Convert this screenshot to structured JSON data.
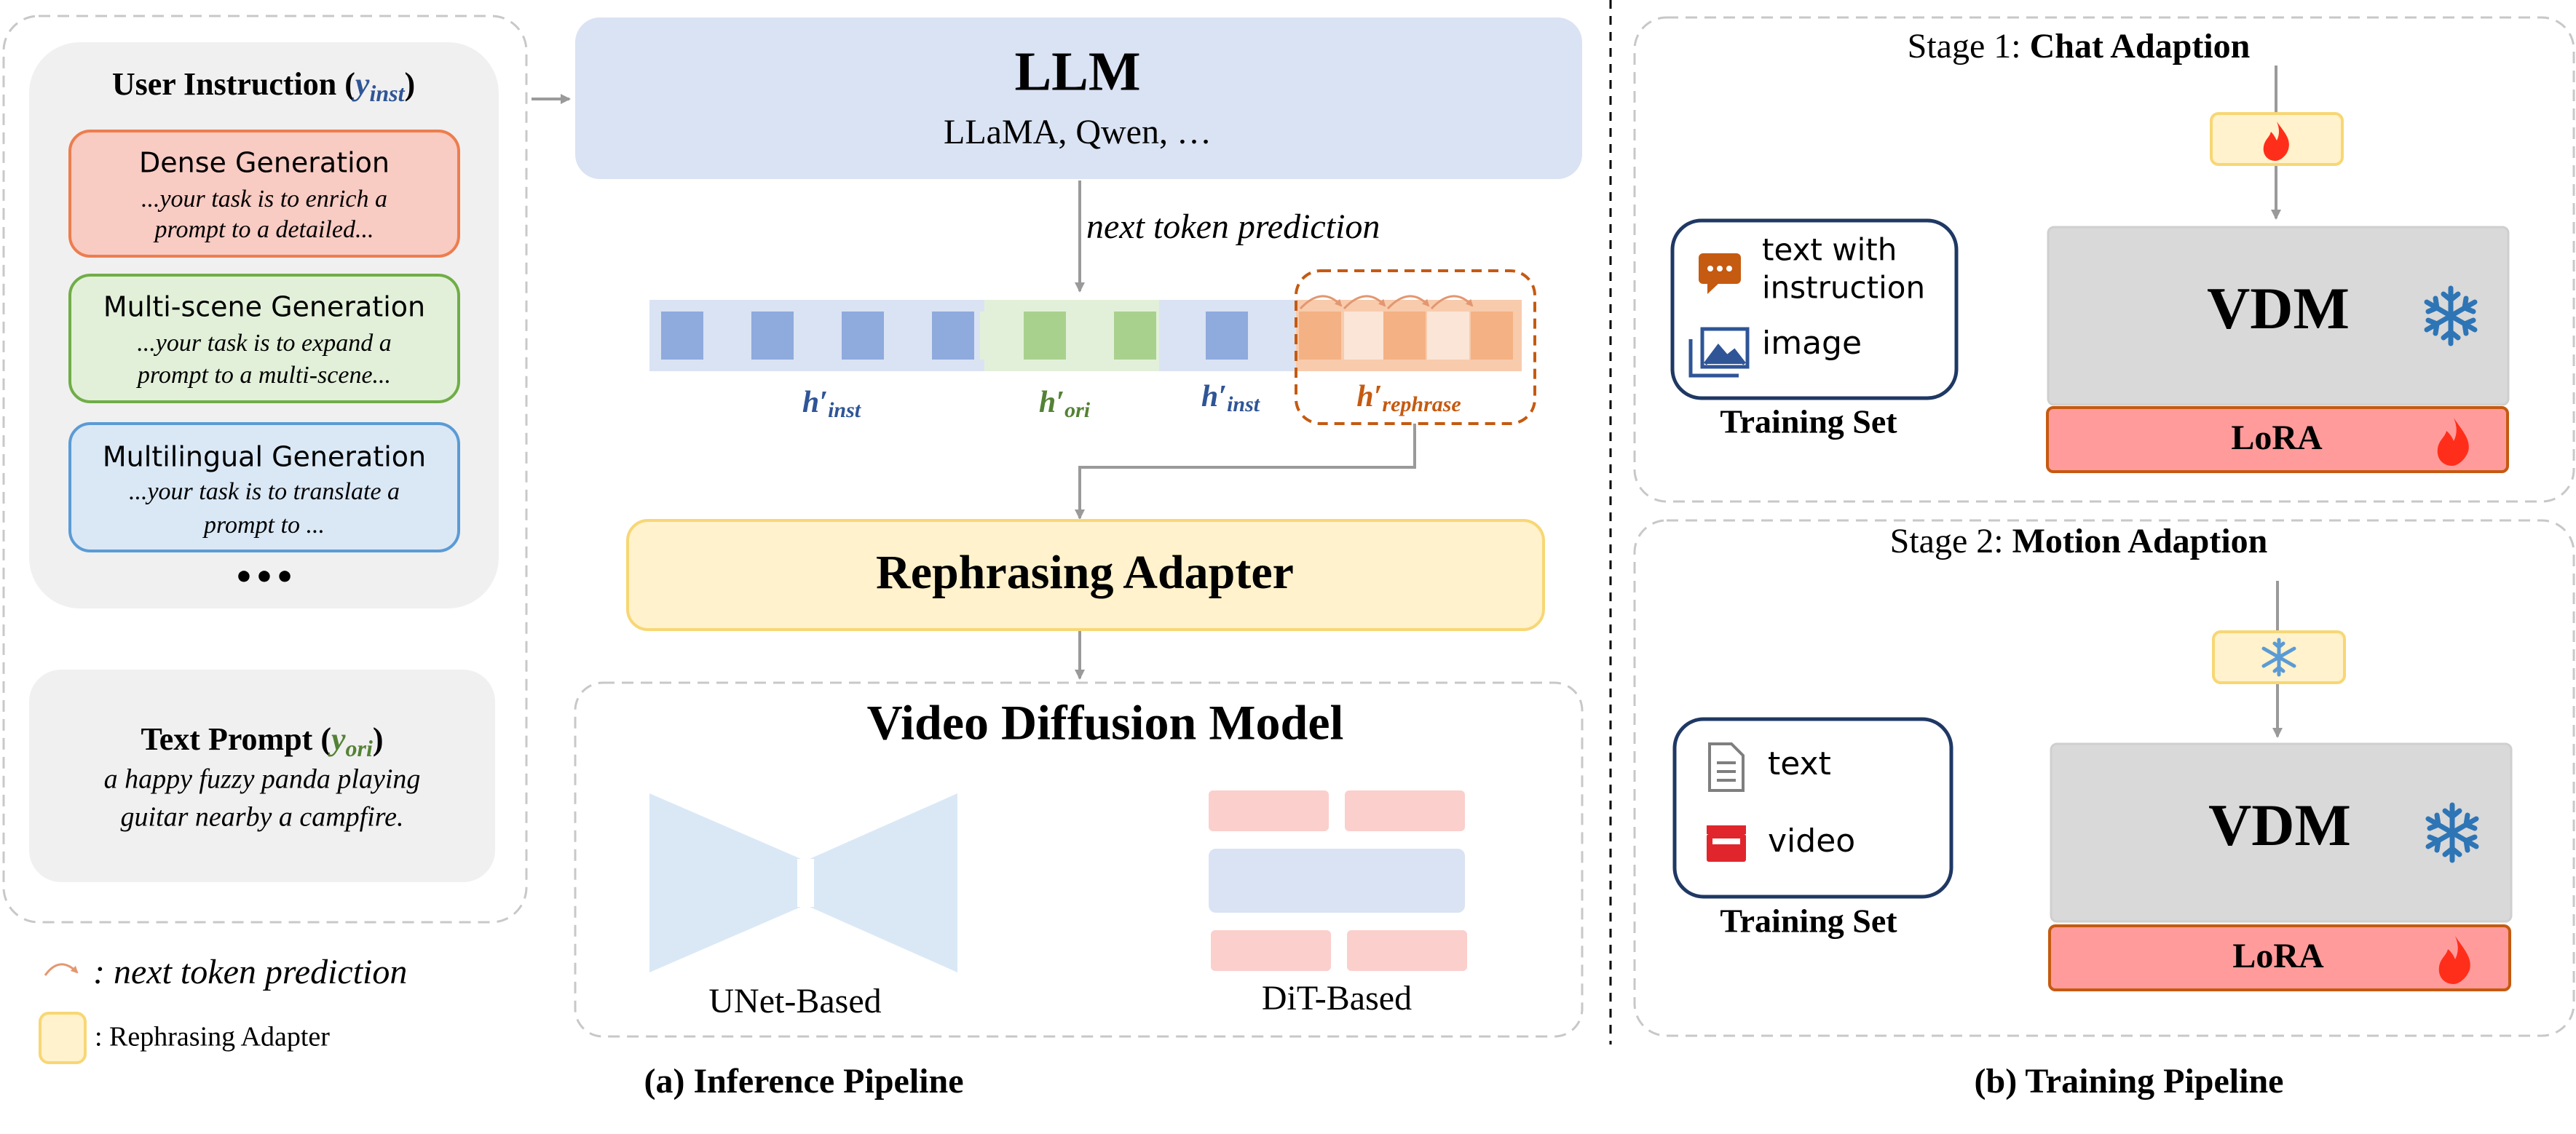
{
  "instructions": {
    "title": "User Instruction",
    "title_symbol": "y",
    "title_sub": "inst",
    "items": [
      {
        "title": "Dense Generation",
        "line1": "...your task is to enrich a",
        "line2": "prompt to a detailed..."
      },
      {
        "title": "Multi-scene Generation",
        "line1": "...your task is to expand a",
        "line2": "prompt to a multi-scene..."
      },
      {
        "title": "Multilingual Generation",
        "line1": "...your task is to translate a",
        "line2": "prompt to ..."
      }
    ],
    "more": "•••"
  },
  "text_prompt": {
    "title": "Text Prompt",
    "symbol": "y",
    "sub": "ori",
    "line1": "a happy fuzzy panda playing",
    "line2": "guitar nearby a campfire."
  },
  "legend": {
    "ntp": ": next token prediction",
    "adapter": ": Rephrasing Adapter"
  },
  "llm": {
    "title": "LLM",
    "subtitle": "LLaMA, Qwen, …",
    "arrow_label": "next token prediction"
  },
  "tokens": {
    "h": "h",
    "prime": "′",
    "inst": "inst",
    "ori": "ori",
    "rephrase": "rephrase"
  },
  "adapter_label": "Rephrasing Adapter",
  "vdm_block": {
    "title": "Video Diffusion Model",
    "unet": "UNet-Based",
    "dit": "DiT-Based"
  },
  "captions": {
    "inference": "(a) Inference Pipeline",
    "training": "(b) Training Pipeline"
  },
  "stage1": {
    "prefix": "Stage 1: ",
    "name": "Chat Adaption",
    "set_item1_line1": "text with",
    "set_item1_line2": "instruction",
    "set_item2": "image",
    "set_label": "Training Set",
    "vdm": "VDM",
    "lora": "LoRA"
  },
  "stage2": {
    "prefix": "Stage 2: ",
    "name": "Motion Adaption",
    "set_item1": "text",
    "set_item2": "video",
    "set_label": "Training Set",
    "vdm": "VDM",
    "lora": "LoRA"
  },
  "colors": {
    "llm_fill": "#dae3f3",
    "adapter_fill": "#fff2cc",
    "adapter_stroke": "#f7d775",
    "dense_fill": "#f8cbc3",
    "dense_stroke": "#ed7d4e",
    "multiscene_fill": "#e2f0d9",
    "multiscene_stroke": "#70ad47",
    "multilingual_fill": "#dae8f6",
    "multilingual_stroke": "#5b9bd5",
    "inst_blue": "#2f5597",
    "ori_green": "#548235",
    "rephrase_orange": "#c55a11",
    "lora_fill": "#ff9b9b",
    "vdm_fill": "#d9d9d9"
  }
}
